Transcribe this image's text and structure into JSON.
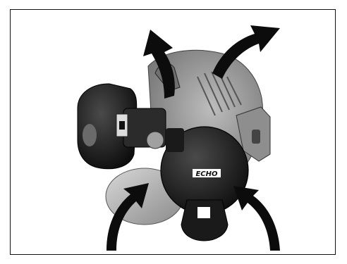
{
  "figure": {
    "brand_logo_text": "ECHO",
    "colors": {
      "border": "#111111",
      "arrow": "#0c0c0c",
      "engine_dark": "#1c1c1c",
      "engine_mid": "#707070",
      "engine_light": "#a8a8a8"
    },
    "arrows": [
      {
        "name": "exhaust-arrow-upper-left",
        "direction": "up"
      },
      {
        "name": "exhaust-arrow-upper-right",
        "direction": "up-right"
      },
      {
        "name": "intake-arrow-lower-left",
        "direction": "up-right"
      },
      {
        "name": "intake-arrow-lower-right",
        "direction": "up-left"
      }
    ]
  }
}
